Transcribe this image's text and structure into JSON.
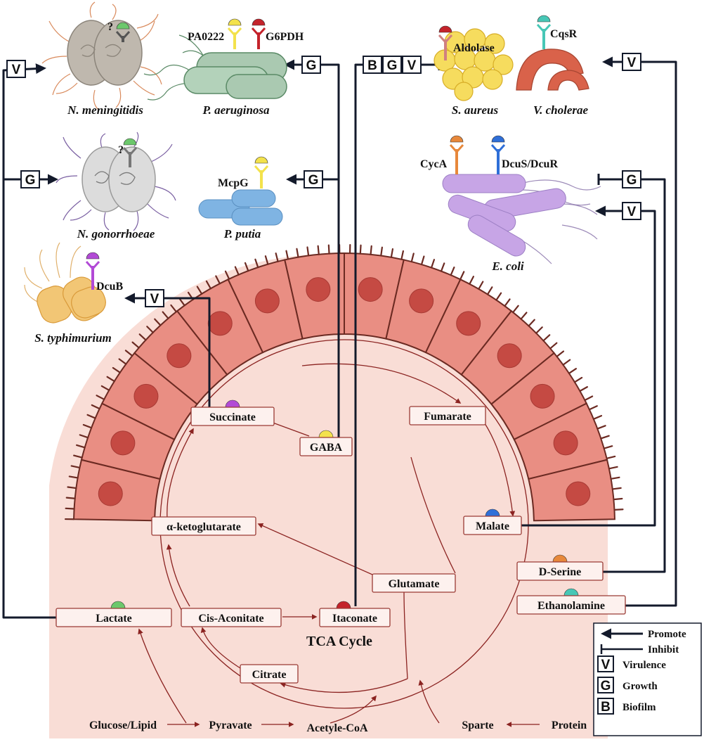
{
  "colors": {
    "tissue_bg": "#f9ddd6",
    "cell_fill": "#e98e83",
    "cell_stroke": "#6b2a22",
    "nucleus": "#c54a43",
    "arrow_dark": "#131a2b",
    "pathway_arrow": "#8b2321",
    "box_stroke": "#9a3b35",
    "cap_purple": "#b24ad6",
    "cap_yellow": "#f3e24c",
    "cap_blue": "#2f6fd8",
    "cap_orange": "#e7883b",
    "cap_teal": "#47c7b6",
    "cap_green": "#6cc86c",
    "cap_red": "#c4232b"
  },
  "metabolites": {
    "succinate": "Succinate",
    "gaba": "GABA",
    "fumarate": "Fumarate",
    "malate": "Malate",
    "akg": "α-ketoglutarate",
    "glutamate": "Glutamate",
    "dserine": "D-Serine",
    "ethanolamine": "Ethanolamine",
    "lactate": "Lactate",
    "cisaconitate": "Cis-Aconitate",
    "itaconate": "Itaconate",
    "citrate": "Citrate"
  },
  "tca_label": "TCA Cycle",
  "pathway": {
    "glucose": "Glucose/Lipid",
    "pyravate": "Pyravate",
    "acetylcoa": "Acetyle-CoA",
    "sparte": "Sparte",
    "protein": "Protein"
  },
  "bacteria": {
    "n_meningitidis": "N. meningitidis",
    "p_aeruginosa": "P.  aeruginosa",
    "s_aureus": "S. aureus",
    "v_cholerae": "V. cholerae",
    "n_gonorrhoeae": "N. gonorrhoeae",
    "p_putia": "P. putia",
    "e_coli": "E. coli",
    "s_typhimurium": "S.  typhimurium"
  },
  "receptors": {
    "pa0222": "PA0222",
    "g6pdh": "G6PDH",
    "aldolase": "Aldolase",
    "cqsr": "CqsR",
    "mcpg": "McpG",
    "cyca": "CycA",
    "dcus": "DcuS/DcuR",
    "dcub": "DcuB",
    "unknown_nm": "?",
    "unknown_ng": "?"
  },
  "badges": {
    "v": "V",
    "g": "G",
    "b": "B"
  },
  "legend": {
    "promote": "Promote",
    "inhibit": "Inhibit",
    "virulence": "Virulence",
    "growth": "Growth",
    "biofilm": "Biofilm",
    "v": "V",
    "g": "G",
    "b": "B"
  }
}
